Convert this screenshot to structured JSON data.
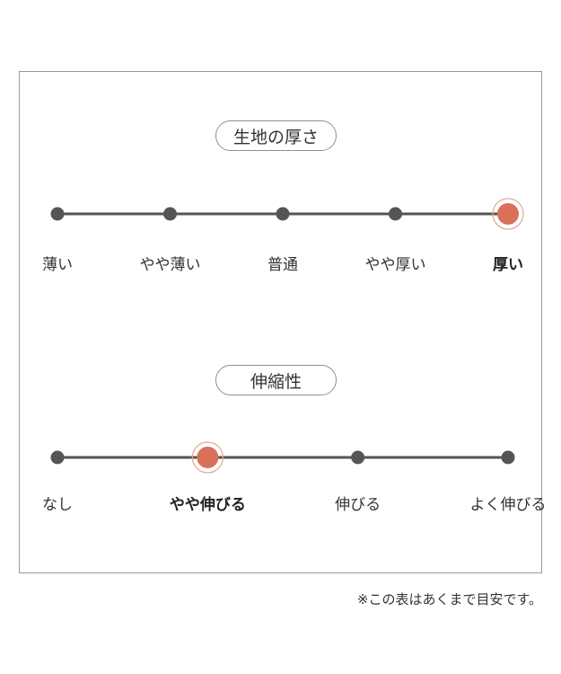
{
  "thickness": {
    "title": "生地の厚さ",
    "levels": [
      "薄い",
      "やや薄い",
      "普通",
      "やや厚い",
      "厚い"
    ],
    "selected_index": 4
  },
  "stretch": {
    "title": "伸縮性",
    "levels": [
      "なし",
      "やや伸びる",
      "伸びる",
      "よく伸びる"
    ],
    "selected_index": 1
  },
  "note": "※この表はあくまで目安です。",
  "colors": {
    "line": "#555555",
    "dot": "#555555",
    "accent": "#d9705a",
    "accent_ring": "#e5a595"
  }
}
